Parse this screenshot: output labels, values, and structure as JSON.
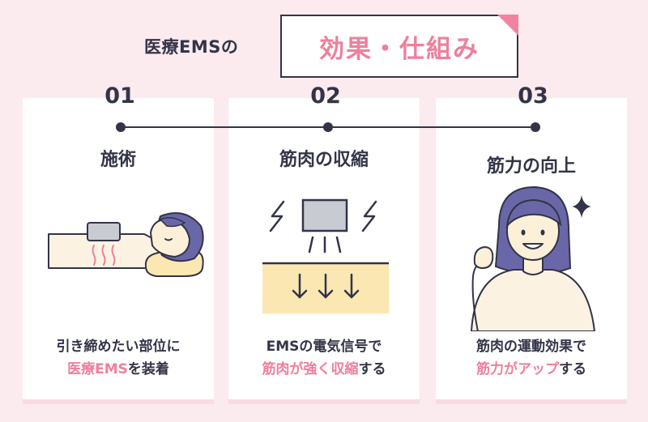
{
  "header": {
    "prefix": "医療EMSの",
    "title": "効果・仕組み"
  },
  "steps": [
    {
      "number": "01",
      "title": "施術",
      "desc_line1": "引き締めたい部位に",
      "desc_line2_accent": "医療EMS",
      "desc_line2_rest": "を装着"
    },
    {
      "number": "02",
      "title": "筋肉の収縮",
      "desc_line1": "EMSの電気信号で",
      "desc_line2_accent": "筋肉が強く収縮",
      "desc_line2_rest": "する"
    },
    {
      "number": "03",
      "title": "筋力の向上",
      "desc_line1": "筋肉の運動効果で",
      "desc_line2_accent": "筋力がアップ",
      "desc_line2_rest": "する"
    }
  ],
  "colors": {
    "background": "#fbeaee",
    "accent_pink": "#ef7f9c",
    "dark_navy": "#333447",
    "muscle_yellow": "#fbe7b2",
    "device_gray": "#c9cbd3",
    "hair_purple": "#6a67a8",
    "skin": "#fdf0d8",
    "shirt_cream": "#fbf2e2"
  }
}
